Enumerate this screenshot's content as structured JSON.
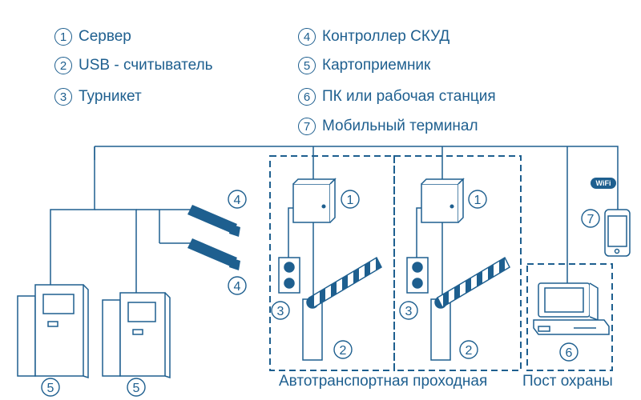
{
  "legend": {
    "items": [
      {
        "num": "1",
        "label": "Сервер"
      },
      {
        "num": "2",
        "label": "USB - считыватель"
      },
      {
        "num": "3",
        "label": "Турникет"
      },
      {
        "num": "4",
        "label": "Контроллер СКУД"
      },
      {
        "num": "5",
        "label": "Картоприемник"
      },
      {
        "num": "6",
        "label": "ПК или рабочая станция"
      },
      {
        "num": "7",
        "label": "Мобильный терминал"
      }
    ]
  },
  "diagram": {
    "colors": {
      "line": "#1e5f8f",
      "dashed": "#1e5f8f",
      "device_fill": "#ffffff"
    },
    "zone_captions": {
      "vehicle_checkpoint": "Автотранспортная проходная",
      "guard_post": "Пост охраны"
    },
    "markers": {
      "kiosk_a": "5",
      "kiosk_b": "5",
      "camera_a": "4",
      "camera_b": "4",
      "server_a": "1",
      "server_b": "1",
      "light_a": "3",
      "light_b": "3",
      "barrier_a": "2",
      "barrier_b": "2",
      "pc": "6",
      "mobile": "7"
    },
    "wifi_badge": "WiFi"
  }
}
